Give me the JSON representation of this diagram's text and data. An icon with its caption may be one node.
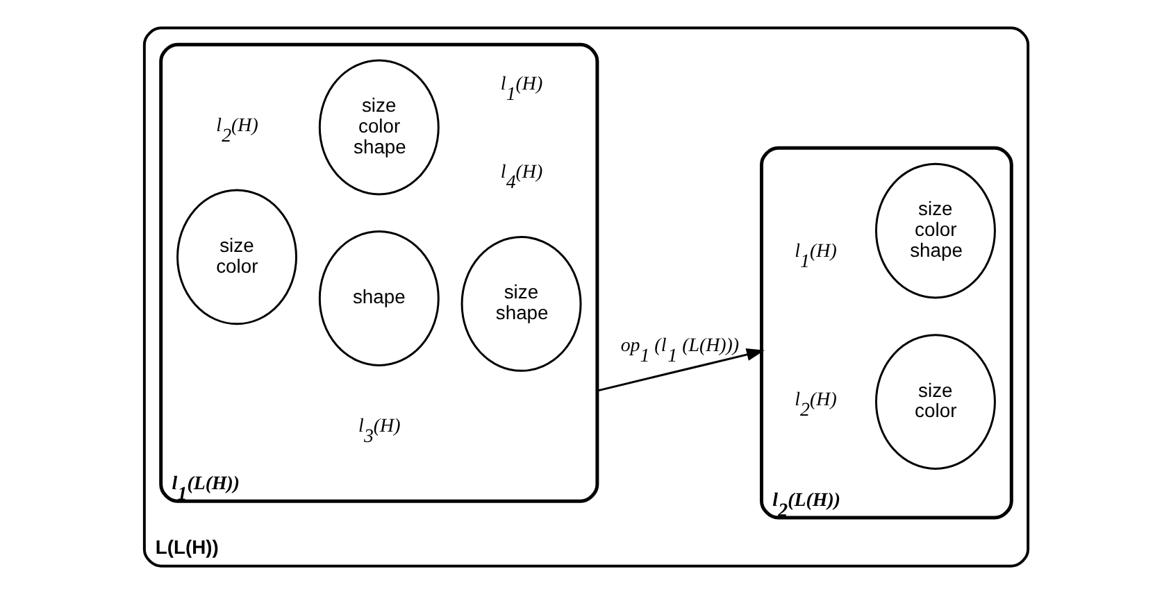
{
  "diagram": {
    "nodes": [
      {
        "text": [
          "L(L(H))"
        ]
      },
      {
        "text": [
          "l$_{1}$(L(H))"
        ],
        "in": 0
      },
      {
        "text": [
          "size color shape"
        ],
        "beside": [
          "l$_{1}$(H)"
        ],
        "in": 1
      },
      {
        "text": [
          "size color"
        ],
        "beside": [
          "l$_{2}$(H)"
        ],
        "in": 1
      },
      {
        "text": [
          "size shape"
        ],
        "beside": [
          "l$_{4}$(H)"
        ],
        "in": 1
      },
      {
        "text": [
          "shape"
        ],
        "beside": [
          "l$_{3}$(H)"
        ],
        "in": 1
      },
      {
        "text": [
          "l$_{2}$(L(H))"
        ],
        "in": 0
      },
      {
        "text": [
          "size color shape"
        ],
        "beside": [
          "l$_{1}$(H)"
        ],
        "in": 6
      },
      {
        "text": [
          "size color"
        ],
        "beside": [
          "l$_{2}$(H)"
        ],
        "in": 6
      }
    ],
    "edges": [
      {
        "from": 1,
        "to": 6,
        "arrow": "to",
        "label": "op$_{1}$ (l$_{1}$ (L(H)))"
      }
    ]
  }
}
